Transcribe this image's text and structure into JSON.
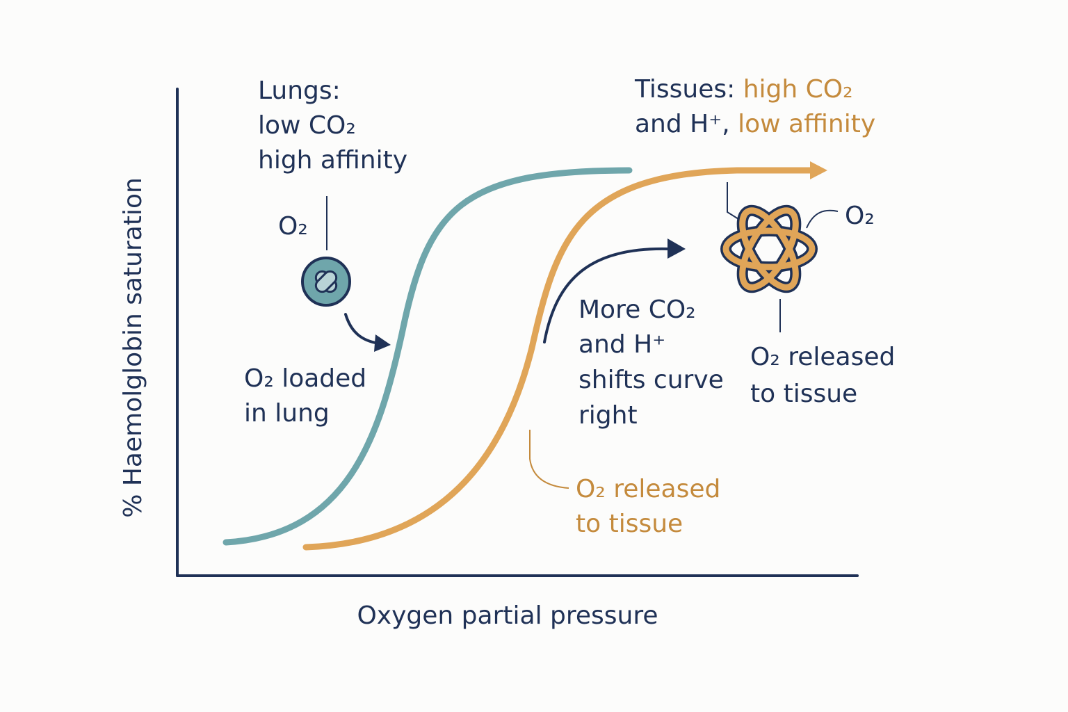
{
  "colors": {
    "navy": "#1f3156",
    "teal": "#6fa6ab",
    "gold": "#e0a558",
    "gold_text": "#c48a3c"
  },
  "axes": {
    "y_label": "% Haemolglobin saturation",
    "x_label": "Oxygen partial pressure"
  },
  "lungs": {
    "line1": "Lungs:",
    "line2": "low CO₂",
    "line3": "high affinity",
    "o2_label": "O₂",
    "loaded_line1": "O₂ loaded",
    "loaded_line2": "in lung"
  },
  "tissues": {
    "title_navy": "Tissues: ",
    "title_gold": "high CO₂",
    "line2_navy": "and H⁺, ",
    "line2_gold": "low affinity",
    "o2_label": "O₂",
    "released_line1": "O₂ released",
    "released_line2": "to tissue"
  },
  "shift": {
    "line1": "More CO₂",
    "line2": "and H⁺",
    "line3": "shifts curve",
    "line4": "right"
  },
  "curve_release": {
    "line1": "O₂ released",
    "line2": "to tissue"
  },
  "icons": {
    "lung_molecule": "hemoglobin-molecule-icon",
    "tissue_molecule": "knot-molecule-icon"
  }
}
